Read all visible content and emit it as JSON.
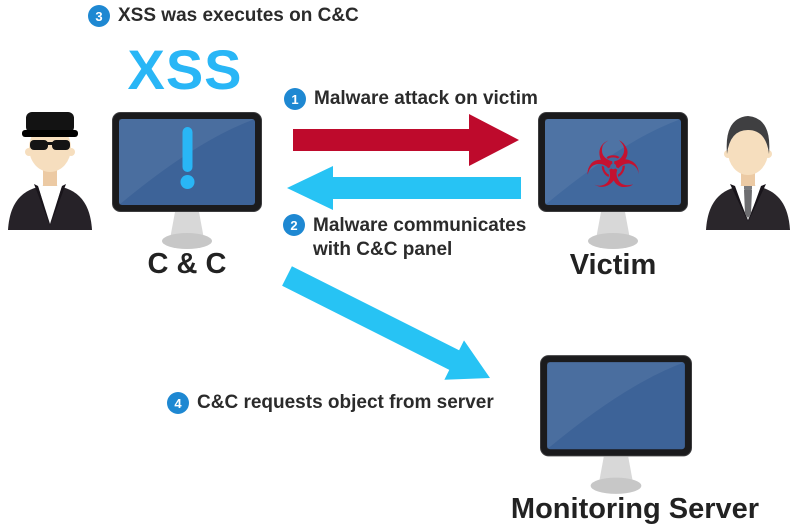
{
  "diagram": {
    "background": "#ffffff",
    "xss_title": "XSS",
    "steps": [
      {
        "num": "3",
        "text": "XSS was executes on C&C"
      },
      {
        "num": "1",
        "text": "Malware attack on victim"
      },
      {
        "num": "2",
        "text": "Malware communicates with C&C panel"
      },
      {
        "num": "4",
        "text": "C&C requests object from server"
      }
    ],
    "nodes": {
      "cc": {
        "label": "C & C",
        "screen_icon": "exclamation-icon"
      },
      "victim": {
        "label": "Victim",
        "screen_icon": "biohazard-icon",
        "glyph": "☣"
      },
      "server": {
        "label": "Monitoring Server"
      }
    },
    "actors": {
      "attacker": "hacker-avatar",
      "victim": "businessman-avatar"
    },
    "arrows": [
      {
        "name": "malware-attack-arrow",
        "direction": "right",
        "color": "#be0a2c"
      },
      {
        "name": "malware-communicates-arrow",
        "direction": "left",
        "color": "#27c3f4"
      },
      {
        "name": "cc-requests-arrow",
        "direction": "down-right",
        "color": "#27c3f4"
      }
    ],
    "colors": {
      "accent_cyan": "#29b6f6",
      "arrow_cyan": "#27c3f4",
      "arrow_red": "#be0a2c",
      "badge_blue": "#1e88d2",
      "screen_blue": "#3d6398",
      "biohazard_red": "#c41230",
      "text_dark": "#2b2b2b"
    }
  }
}
